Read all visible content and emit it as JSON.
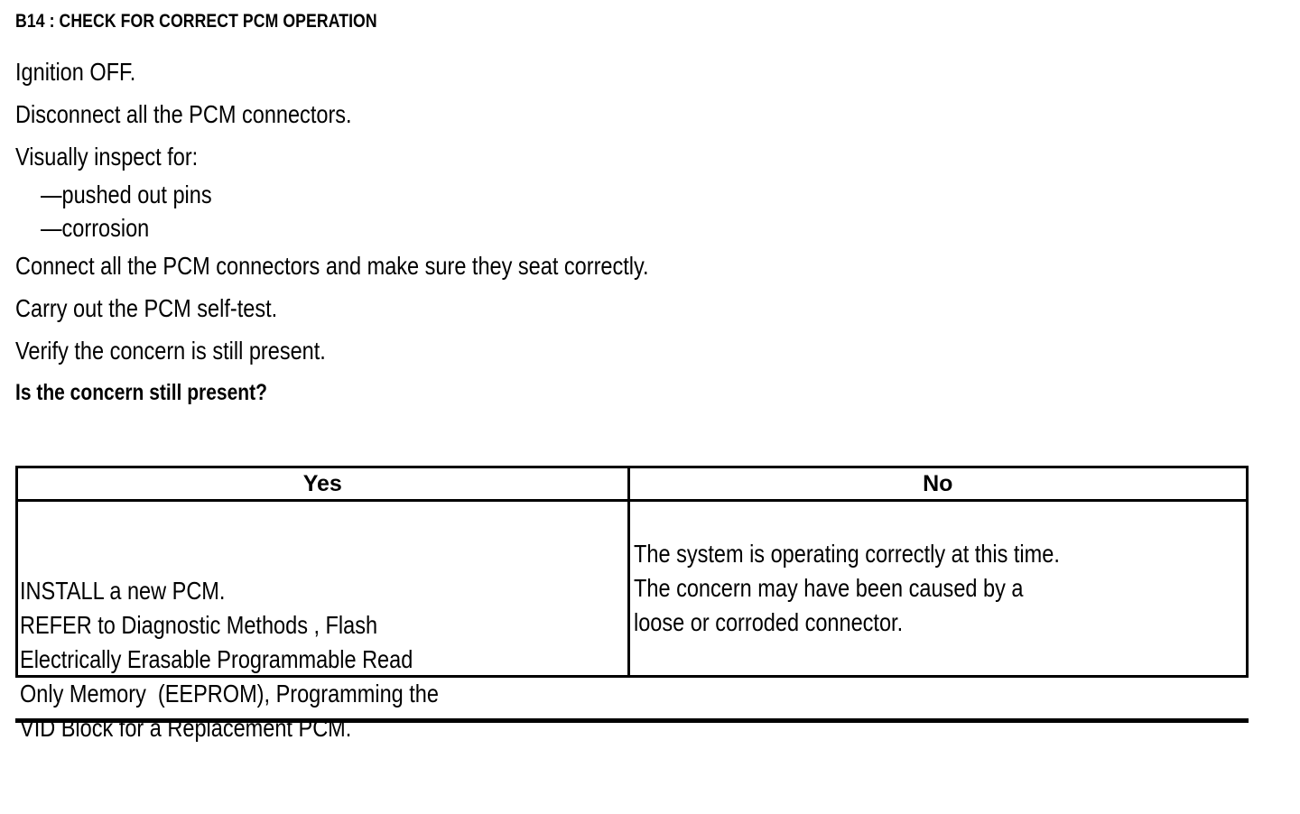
{
  "document": {
    "step_title": "B14 : CHECK FOR CORRECT PCM OPERATION",
    "body_lines": [
      {
        "text": "Ignition OFF.",
        "style": "normal"
      },
      {
        "text": "Disconnect all the PCM connectors.",
        "style": "normal"
      },
      {
        "text": "Visually inspect for:",
        "style": "normal"
      },
      {
        "text": "—pushed out pins",
        "style": "bullet"
      },
      {
        "text": "—corrosion",
        "style": "bullet"
      },
      {
        "text": "Connect all the PCM connectors and make sure they seat correctly.",
        "style": "normal"
      },
      {
        "text": "Carry out the PCM self-test.",
        "style": "normal"
      },
      {
        "text": "Verify the concern is still present.",
        "style": "normal"
      },
      {
        "text": "Is the concern still present?",
        "style": "bold"
      }
    ],
    "decision_table": {
      "headers": {
        "yes": "Yes",
        "no": "No"
      },
      "cells": {
        "yes": "INSTALL a new PCM.\nREFER to Diagnostic Methods , Flash\nElectrically Erasable Programmable Read\nOnly Memory  (EEPROM), Programming the\nVID Block for a Replacement PCM.",
        "no": "The system is operating correctly at this time.\nThe concern may have been caused by a\nloose or corroded connector."
      }
    }
  }
}
